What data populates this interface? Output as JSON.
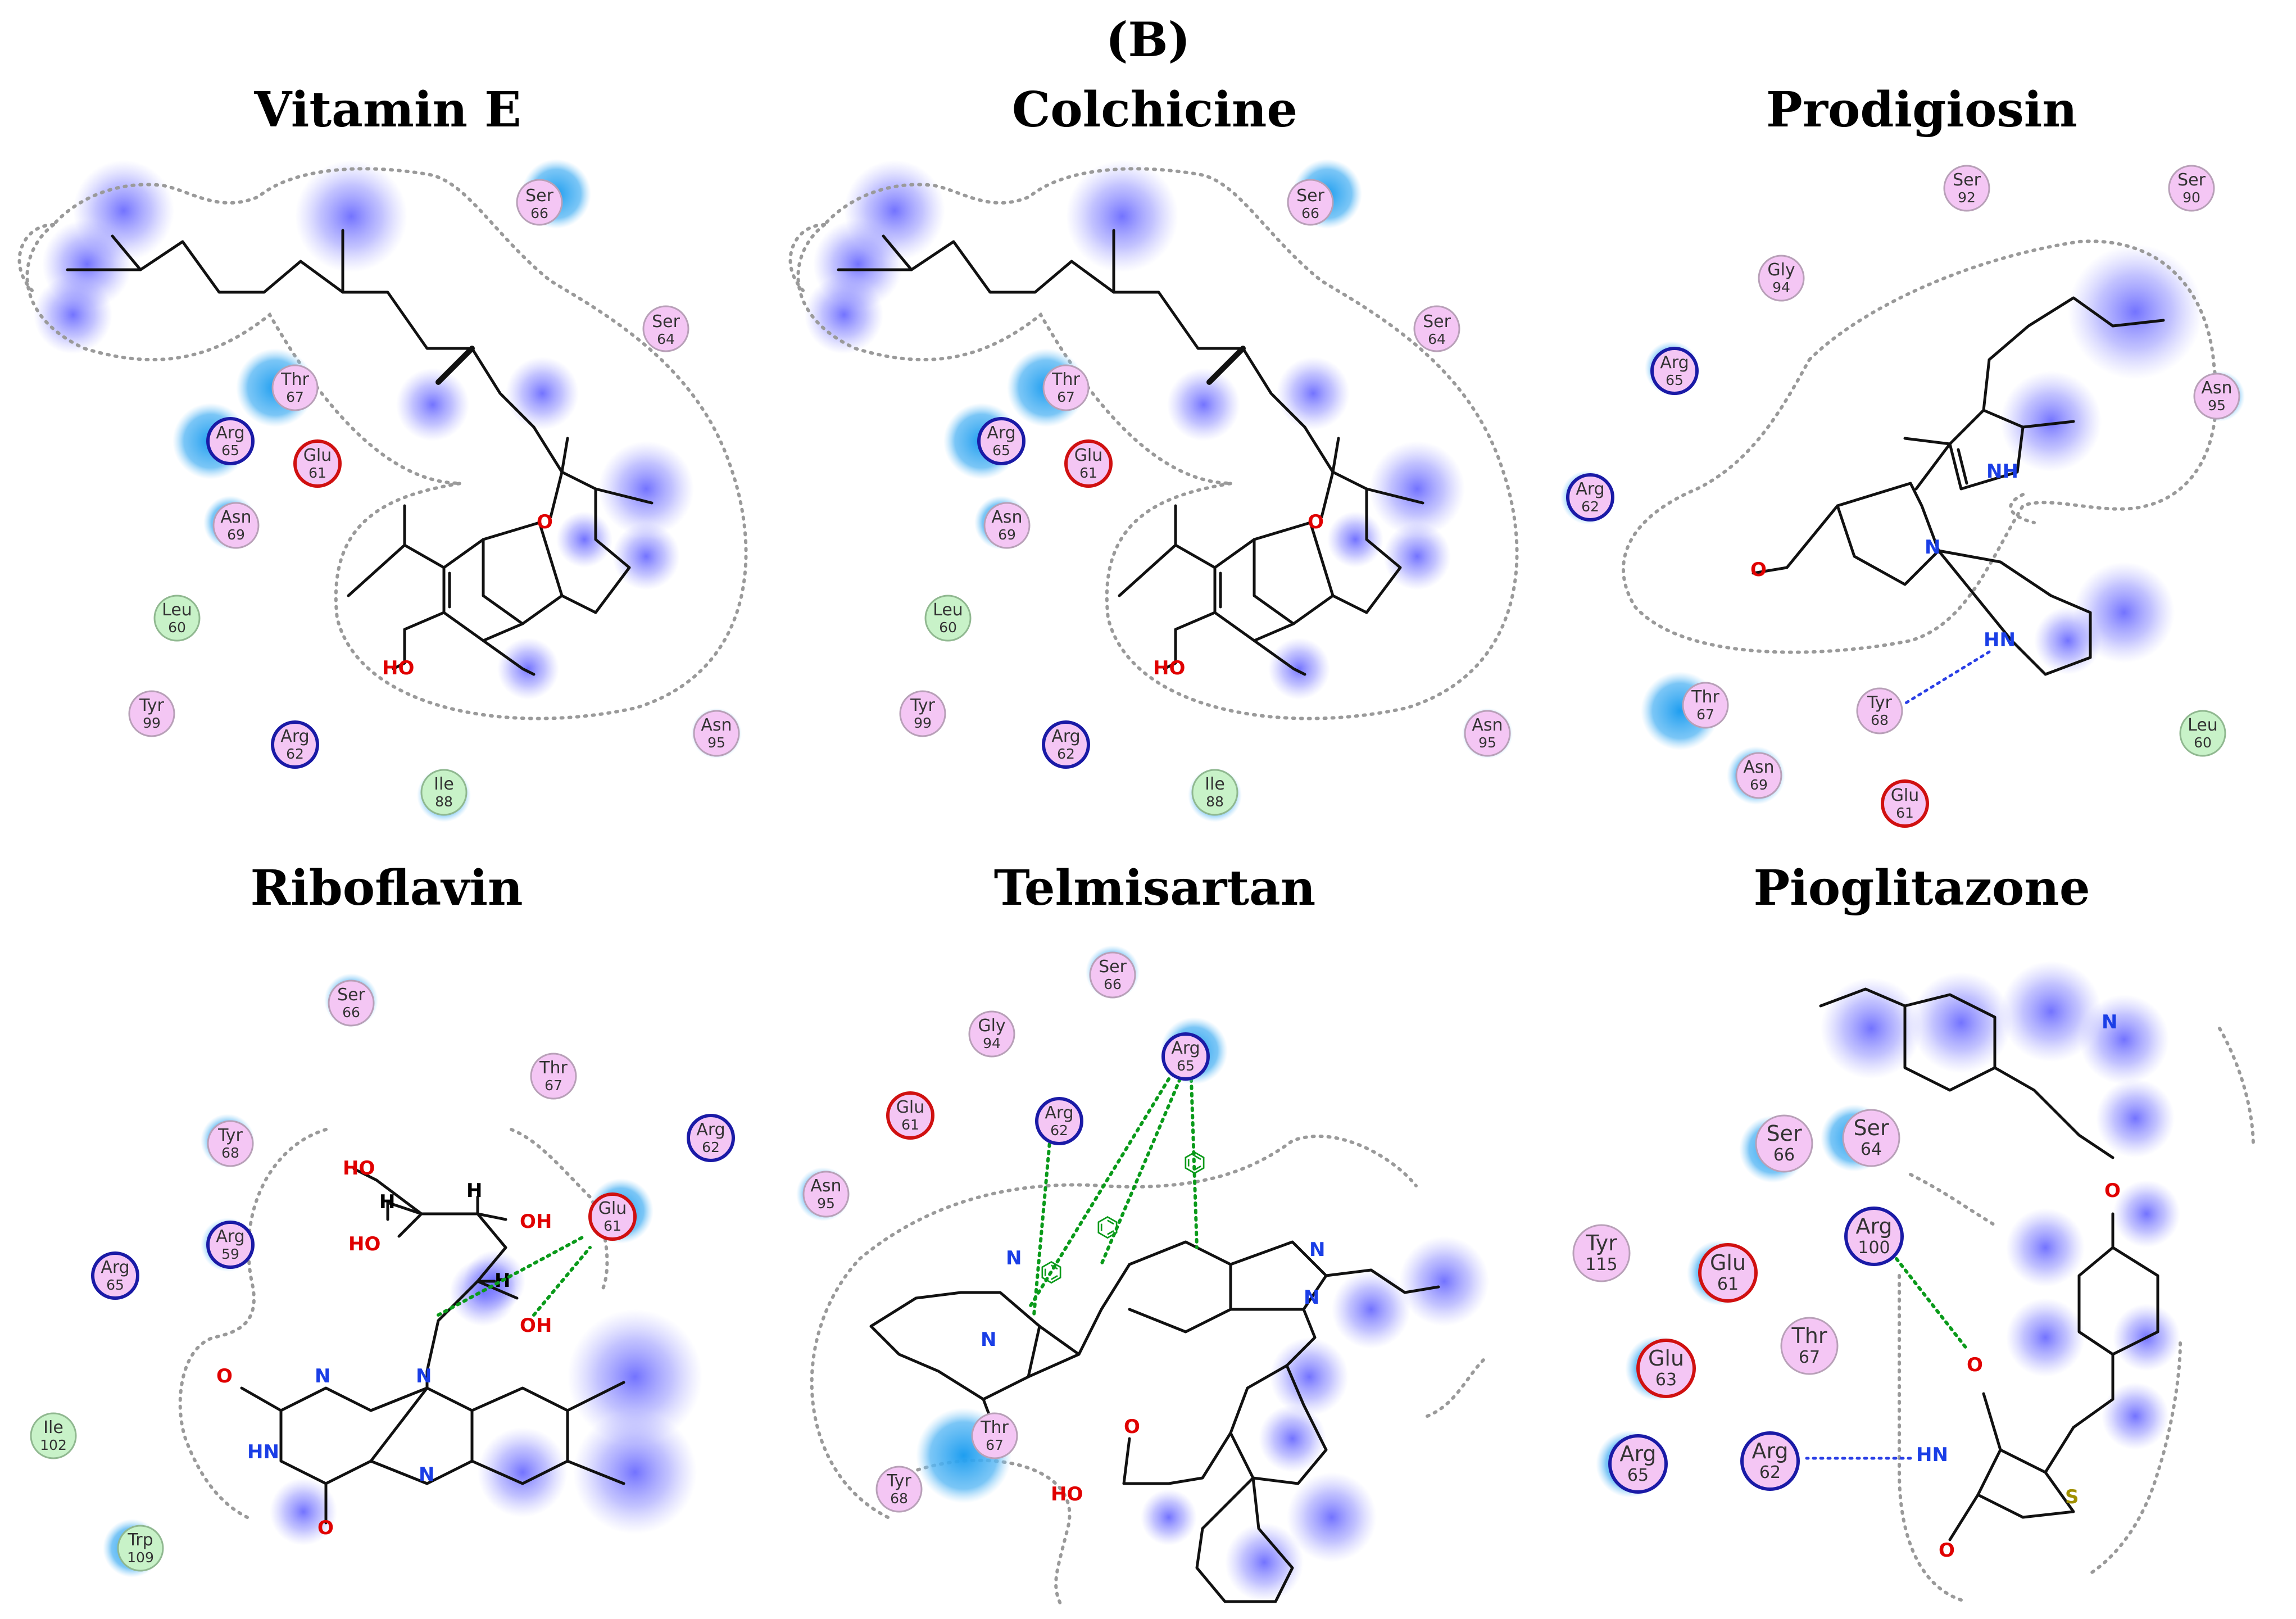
{
  "figure": {
    "label": "(B)",
    "panels": [
      {
        "id": "vitamin-e",
        "title": "Vitamin E"
      },
      {
        "id": "colchicine",
        "title": "Colchicine"
      },
      {
        "id": "prodigiosin",
        "title": "Prodigiosin"
      },
      {
        "id": "riboflavin",
        "title": "Riboflavin"
      },
      {
        "id": "telmisartan",
        "title": "Telmisartan"
      },
      {
        "id": "pioglitazone",
        "title": "Pioglitazone"
      }
    ]
  },
  "residues": {
    "vitamin_e": [
      {
        "name": "Ser",
        "num": "66",
        "type": "polar"
      },
      {
        "name": "Ser",
        "num": "64",
        "type": "polar"
      },
      {
        "name": "Thr",
        "num": "67",
        "type": "polar"
      },
      {
        "name": "Arg",
        "num": "65",
        "type": "positive"
      },
      {
        "name": "Glu",
        "num": "61",
        "type": "negative"
      },
      {
        "name": "Asn",
        "num": "69",
        "type": "polar"
      },
      {
        "name": "Leu",
        "num": "60",
        "type": "hydrophobic"
      },
      {
        "name": "Tyr",
        "num": "99",
        "type": "polar"
      },
      {
        "name": "Arg",
        "num": "62",
        "type": "positive"
      },
      {
        "name": "Ile",
        "num": "88",
        "type": "hydrophobic"
      },
      {
        "name": "Asn",
        "num": "95",
        "type": "polar"
      }
    ],
    "colchicine": [
      {
        "name": "Ser",
        "num": "66",
        "type": "polar"
      },
      {
        "name": "Ser",
        "num": "64",
        "type": "polar"
      },
      {
        "name": "Thr",
        "num": "67",
        "type": "polar"
      },
      {
        "name": "Arg",
        "num": "65",
        "type": "positive"
      },
      {
        "name": "Glu",
        "num": "61",
        "type": "negative"
      },
      {
        "name": "Asn",
        "num": "69",
        "type": "polar"
      },
      {
        "name": "Leu",
        "num": "60",
        "type": "hydrophobic"
      },
      {
        "name": "Tyr",
        "num": "99",
        "type": "polar"
      },
      {
        "name": "Arg",
        "num": "62",
        "type": "positive"
      },
      {
        "name": "Ile",
        "num": "88",
        "type": "hydrophobic"
      },
      {
        "name": "Asn",
        "num": "95",
        "type": "polar"
      }
    ],
    "prodigiosin": [
      {
        "name": "Ser",
        "num": "92",
        "type": "polar"
      },
      {
        "name": "Ser",
        "num": "90",
        "type": "polar"
      },
      {
        "name": "Gly",
        "num": "94",
        "type": "polar"
      },
      {
        "name": "Arg",
        "num": "65",
        "type": "positive"
      },
      {
        "name": "Asn",
        "num": "95",
        "type": "polar"
      },
      {
        "name": "Arg",
        "num": "62",
        "type": "positive"
      },
      {
        "name": "Thr",
        "num": "67",
        "type": "polar"
      },
      {
        "name": "Tyr",
        "num": "68",
        "type": "polar"
      },
      {
        "name": "Leu",
        "num": "60",
        "type": "hydrophobic"
      },
      {
        "name": "Asn",
        "num": "69",
        "type": "polar"
      },
      {
        "name": "Glu",
        "num": "61",
        "type": "negative"
      }
    ],
    "riboflavin": [
      {
        "name": "Ser",
        "num": "66",
        "type": "polar"
      },
      {
        "name": "Thr",
        "num": "67",
        "type": "polar"
      },
      {
        "name": "Tyr",
        "num": "68",
        "type": "polar"
      },
      {
        "name": "Arg",
        "num": "62",
        "type": "positive"
      },
      {
        "name": "Arg",
        "num": "59",
        "type": "positive"
      },
      {
        "name": "Glu",
        "num": "61",
        "type": "negative"
      },
      {
        "name": "Arg",
        "num": "65",
        "type": "positive"
      },
      {
        "name": "Ile",
        "num": "102",
        "type": "hydrophobic"
      },
      {
        "name": "Trp",
        "num": "109",
        "type": "hydrophobic"
      }
    ],
    "telmisartan": [
      {
        "name": "Ser",
        "num": "66",
        "type": "polar"
      },
      {
        "name": "Gly",
        "num": "94",
        "type": "polar"
      },
      {
        "name": "Arg",
        "num": "65",
        "type": "positive"
      },
      {
        "name": "Glu",
        "num": "61",
        "type": "negative"
      },
      {
        "name": "Arg",
        "num": "62",
        "type": "positive"
      },
      {
        "name": "Asn",
        "num": "95",
        "type": "polar"
      },
      {
        "name": "Thr",
        "num": "67",
        "type": "polar"
      },
      {
        "name": "Tyr",
        "num": "68",
        "type": "polar"
      }
    ],
    "pioglitazone": [
      {
        "name": "Ser",
        "num": "66",
        "type": "polar"
      },
      {
        "name": "Ser",
        "num": "64",
        "type": "polar"
      },
      {
        "name": "Arg",
        "num": "100",
        "type": "positive"
      },
      {
        "name": "Tyr",
        "num": "115",
        "type": "polar"
      },
      {
        "name": "Glu",
        "num": "61",
        "type": "negative"
      },
      {
        "name": "Thr",
        "num": "67",
        "type": "polar"
      },
      {
        "name": "Glu",
        "num": "63",
        "type": "negative"
      },
      {
        "name": "Arg",
        "num": "65",
        "type": "positive"
      },
      {
        "name": "Arg",
        "num": "62",
        "type": "positive"
      }
    ]
  },
  "atoms": {
    "O": "O",
    "N": "N",
    "S": "S",
    "H": "H",
    "HO": "HO",
    "OH": "OH",
    "NH": "NH",
    "HN": "HN"
  },
  "colors": {
    "polar_fill": "#f4c6f4",
    "positive_stroke": "#1a1aa6",
    "negative_stroke": "#d01010",
    "hydrophobic_fill": "#c8f2c8",
    "exposure": "#1e9ef0",
    "ligand_exposure": "#5a5aff"
  }
}
